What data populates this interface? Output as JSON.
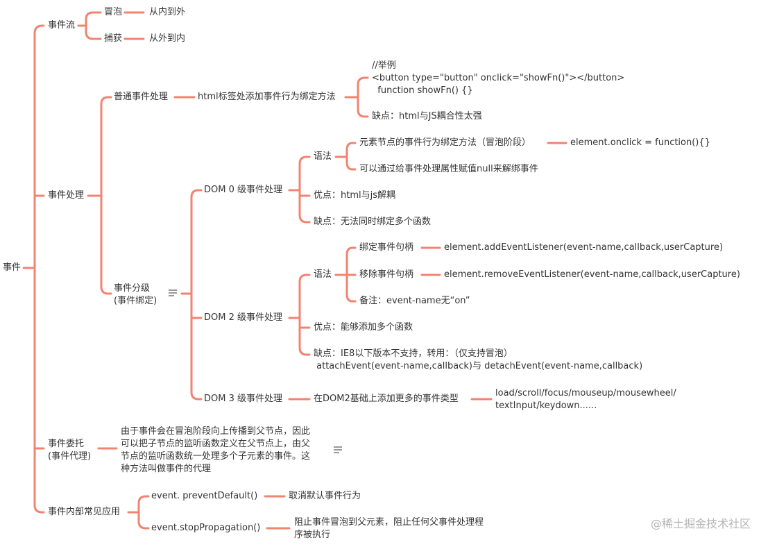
{
  "diagram": {
    "line_color": "#f28370",
    "root": "事件",
    "flow": {
      "label": "事件流",
      "bubble": "冒泡",
      "bubble_desc": "从内到外",
      "capture": "捕获",
      "capture_desc": "从外到内"
    },
    "handling": {
      "label": "事件处理",
      "normal": {
        "label": "普通事件处理",
        "method": "html标签处添加事件行为绑定方法",
        "example": [
          "//举例",
          "<button type=\"button\" onclick=\"showFn()\"></button>",
          "  function showFn() {}"
        ],
        "drawback": "缺点：html与JS耦合性太强"
      },
      "levels": {
        "label": [
          "事件分级",
          "(事件绑定)"
        ],
        "dom0": {
          "label": "DOM 0 级事件处理",
          "syntax": "语法",
          "bind": "元素节点的事件行为绑定方法（冒泡阶段）",
          "bind_code": "element.onclick = function(){}",
          "unbind": "可以通过给事件处理属性赋值null来解绑事件",
          "pro": "优点：html与js解耦",
          "con": "缺点：无法同时绑定多个函数"
        },
        "dom2": {
          "label": "DOM 2 级事件处理",
          "syntax": "语法",
          "bind": "绑定事件句柄",
          "bind_code": "element.addEventListener(event-name,callback,userCapture)",
          "remove": "移除事件句柄",
          "remove_code": "element.removeEventListener(event-name,callback,userCapture)",
          "note": "备注：event-name无“on”",
          "pro": "优点：能够添加多个函数",
          "con": [
            "缺点：IE8以下版本不支持，转用：（仅支持冒泡）",
            " attachEvent(event-name,callback)与 detachEvent(event-name,callback)"
          ]
        },
        "dom3": {
          "label": "DOM 3 级事件处理",
          "desc": "在DOM2基础上添加更多的事件类型",
          "types": [
            "load/scroll/focus/mouseup/mousewheel/",
            "textInput/keydown......"
          ]
        }
      }
    },
    "delegation": {
      "label": [
        "事件委托",
        "(事件代理)"
      ],
      "desc": [
        "由于事件会在冒泡阶段向上传播到父节点，因此",
        "可以把子节点的监听函数定义在父节点上，由父",
        "节点的监听函数统一处理多个子元素的事件。这",
        "种方法叫做事件的代理"
      ]
    },
    "common": {
      "label": "事件内部常见应用",
      "prevent": "event. preventDefault()",
      "prevent_desc": "取消默认事件行为",
      "stop": "event.stopPropagation()",
      "stop_desc": [
        "阻止事件冒泡到父元素，阻止任何父事件处理程",
        "序被执行"
      ]
    },
    "note_icon": "note-icon",
    "watermark": "@稀土掘金技术社区"
  }
}
